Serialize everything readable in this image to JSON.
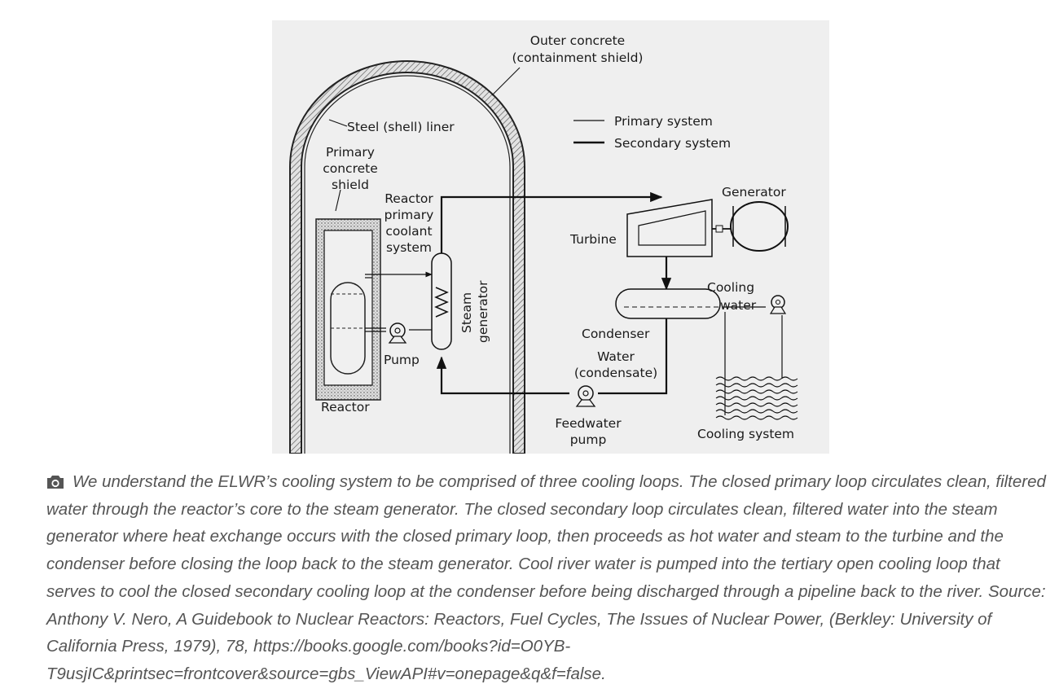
{
  "diagram": {
    "labels": {
      "outer_concrete_1": "Outer concrete",
      "outer_concrete_2": "(containment shield)",
      "steel_liner": "Steel (shell) liner",
      "primary_shield_1": "Primary",
      "primary_shield_2": "concrete",
      "primary_shield_3": "shield",
      "coolant_1": "Reactor",
      "coolant_2": "primary",
      "coolant_3": "coolant",
      "coolant_4": "system",
      "steam_gen_1": "Steam",
      "steam_gen_2": "generator",
      "pump": "Pump",
      "reactor": "Reactor",
      "legend_primary": "Primary system",
      "legend_secondary": "Secondary system",
      "generator": "Generator",
      "turbine": "Turbine",
      "cooling_water_1": "Cooling",
      "cooling_water_2": "water",
      "condenser": "Condenser",
      "condensate_1": "Water",
      "condensate_2": "(condensate)",
      "feedwater_1": "Feedwater",
      "feedwater_2": "pump",
      "cooling_system": "Cooling system"
    }
  },
  "caption": {
    "icon": "camera-icon",
    "text": "We understand the ELWR’s cooling system to be comprised of three cooling loops. The closed primary loop circulates clean, filtered water through the reactor’s core to the steam generator. The closed secondary loop circulates clean, filtered water into the steam generator where heat exchange occurs with the closed primary loop, then proceeds as hot water and steam to the turbine and the condenser before closing the loop back to the steam generator. Cool river water is pumped into the tertiary open cooling loop that serves to cool the closed secondary cooling loop at the condenser before being discharged through a pipeline back to the river. Source: Anthony V. Nero, A Guidebook to Nuclear Reactors: Reactors, Fuel Cycles, The Issues of Nuclear Power, (Berkley: University of California Press, 1979), 78, https://books.google.com/books?id=O0YB-T9usjIC&printsec=frontcover&source=gbs_ViewAPI#v=onepage&q&f=false."
  }
}
